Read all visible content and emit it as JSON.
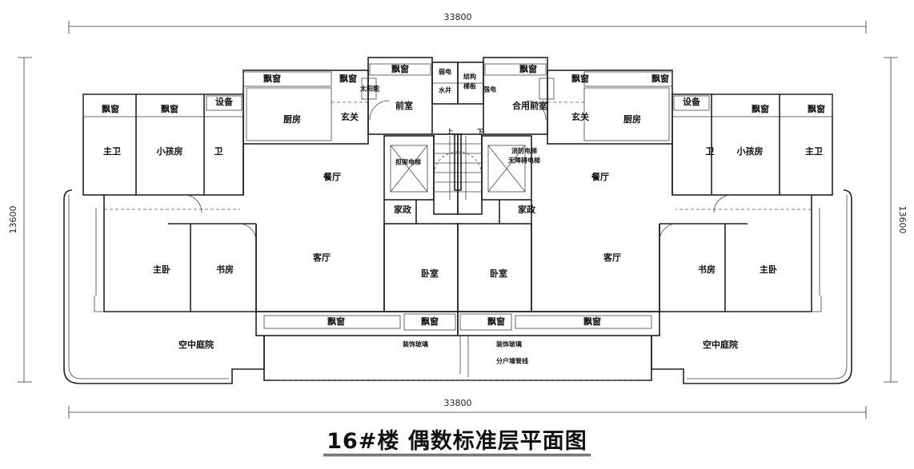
{
  "dimensions": {
    "top_width": "33800",
    "bottom_width": "33800",
    "left_depth": "13600",
    "right_depth": "13600"
  },
  "title": "16#楼  偶数标准层平面图",
  "rooms": {
    "bay_windows": [
      "飘窗",
      "飘窗",
      "飘窗",
      "飘窗",
      "飘窗",
      "飘窗",
      "飘窗",
      "飘窗",
      "飘窗",
      "飘窗",
      "飘窗",
      "飘窗",
      "飘窗",
      "飘窗"
    ],
    "left": {
      "equipment": "设备",
      "master_bath": "主卫",
      "kids_room": "小孩房",
      "bath": "卫",
      "kitchen": "厨房",
      "foyer": "玄关",
      "solar": "太阳能",
      "lobby": "前室",
      "dining": "餐厅",
      "utility": "家政",
      "master_bedroom": "主卧",
      "study": "书房",
      "living": "客厅",
      "bedroom": "卧室",
      "sky_garden": "空中庭院",
      "deco_glass": "装饰玻璃",
      "elevator": "担架电梯"
    },
    "core": {
      "weak_power": "弱电",
      "water_shaft": "水井",
      "structure_1": "结构",
      "structure_2": "楼板",
      "strong_power": "强电",
      "stair_up": "上",
      "stair_down": "下",
      "pipe_note": "分户墙管线"
    },
    "right": {
      "equipment": "设备",
      "master_bath": "主卫",
      "kids_room": "小孩房",
      "bath": "卫",
      "kitchen": "厨房",
      "foyer": "玄关",
      "lobby": "合用前室",
      "dining": "餐厅",
      "utility": "家政",
      "master_bedroom": "主卧",
      "study": "书房",
      "living": "客厅",
      "bedroom": "卧室",
      "sky_garden": "空中庭院",
      "deco_glass": "装饰玻璃",
      "elevator_1": "消防电梯",
      "elevator_2": "无障碍电梯"
    }
  }
}
